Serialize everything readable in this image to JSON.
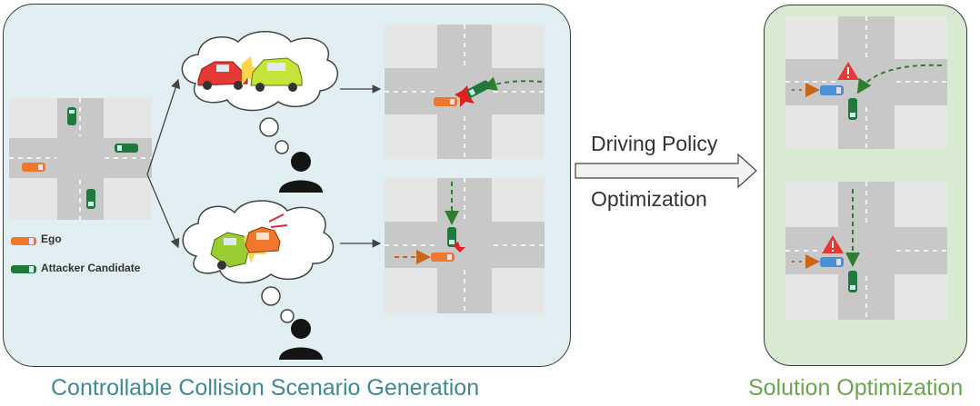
{
  "left_section": {
    "caption": "Controllable Collision Scenario Generation"
  },
  "right_section": {
    "caption": "Solution Optimization"
  },
  "arrow_label": {
    "line1": "Driving Policy",
    "line2": "Optimization"
  },
  "legend": {
    "ego": "Ego",
    "attacker": "Attacker Candidate"
  },
  "colors": {
    "left_panel": "#e1eef2",
    "right_panel": "#d9ead3",
    "left_caption": "#3f8a93",
    "right_caption": "#6aa84f",
    "ego_car": "#f0782d",
    "attacker_car": "#1e7a3c",
    "optimized_ego": "#4a90d9",
    "warning": "#e53935",
    "path_green": "#2f7d2f",
    "path_orange": "#c8651b"
  }
}
